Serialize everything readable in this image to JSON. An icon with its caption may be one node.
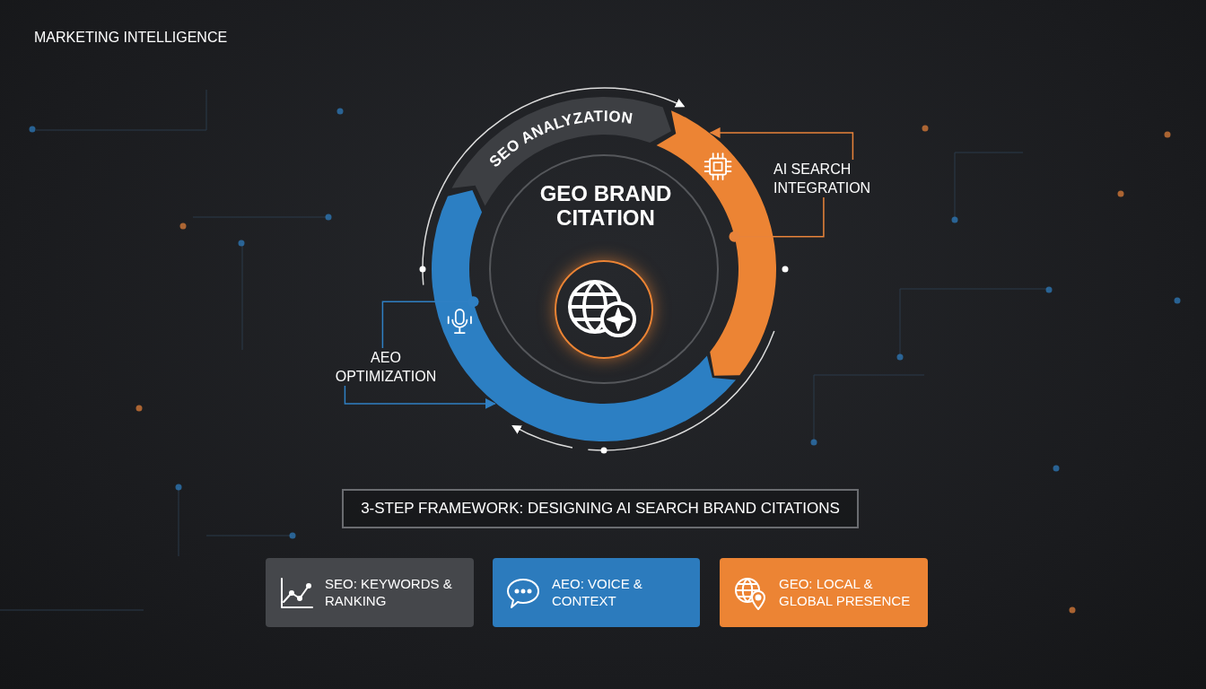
{
  "diagram": {
    "nodes": [
      {
        "text": [
          "GEO BRAND CITATION"
        ]
      },
      {
        "text": [
          "SEO ANALYZATION"
        ]
      },
      {
        "text": [],
        "shape": "arc"
      },
      {
        "text": [],
        "shape": "arc"
      },
      {
        "text": [
          "AI SEARCH INTEGRATION"
        ]
      },
      {
        "text": [
          "AEO OPTIMIZATION"
        ]
      },
      {
        "text": [
          "3-STEP FRAMEWORK: DESIGNING AI SEARCH BRAND CITATIONS"
        ]
      },
      {
        "text": [
          "SEO: KEYWORDS & RANKING"
        ]
      },
      {
        "text": [
          "AEO: VOICE & CONTEXT"
        ]
      },
      {
        "text": [
          "GEO: LOCAL & GLOBAL PRESENCE"
        ]
      }
    ],
    "edges": [
      {
        "from": 4,
        "to": 2,
        "arrow": "other",
        "color": "#e8833a"
      },
      {
        "from": 5,
        "to": 3,
        "arrow": "other",
        "color": "#2f80c4"
      },
      {
        "from": 4,
        "to": 2,
        "arrow": "to",
        "color": "#e8833a"
      },
      {
        "from": 5,
        "to": 3,
        "arrow": "to",
        "color": "#2f80c4"
      }
    ],
    "labels": [
      "MARKETING INTELLIGENCE"
    ]
  }
}
